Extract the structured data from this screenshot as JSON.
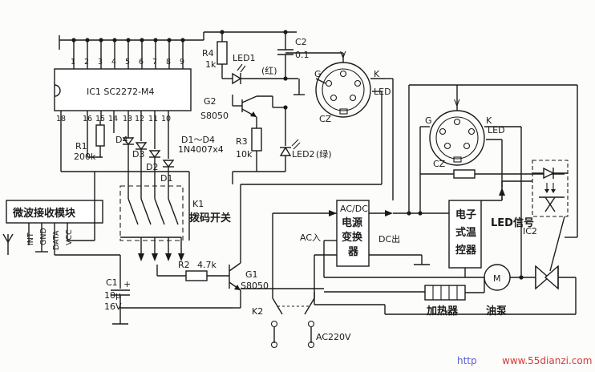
{
  "labels": {
    "ic1": "IC1  SC2272-M4",
    "pins_top": [
      "1",
      "2",
      "3",
      "4",
      "5",
      "6",
      "7",
      "8",
      "9"
    ],
    "pin18": "18",
    "pin16": "16",
    "pin15": "15",
    "pin14": "14",
    "pin13": "13",
    "pin12": "12",
    "pin11": "11",
    "pin10": "10",
    "r1": "R1",
    "r1v": "200k",
    "d4": "D4",
    "d3": "D3",
    "d2": "D2",
    "d1": "D1",
    "drange": "D1～D4",
    "dpart": "1N4007x4",
    "r4": "R4",
    "r4v": "1k",
    "led1": "LED1",
    "led1c": "(红)",
    "c2": "C2",
    "c2v": "0.1",
    "g2": "G2",
    "g2p": "S8050",
    "r3": "R3",
    "r3v": "10k",
    "led2": "LED2",
    "led2c": "(绿)",
    "v1": "V",
    "g1c": "G",
    "k1c": "K",
    "led_a": "LED",
    "cz1": "CZ",
    "v2": "V",
    "g2c": "G",
    "k2c": "K",
    "led_b": "LED",
    "cz2": "CZ",
    "k1": "K1",
    "k1n": "拨码开关",
    "module": "微波接收模块",
    "mod_pins": [
      "INT",
      "GND",
      "DATA",
      "VCC"
    ],
    "acdc": [
      "AC/DC",
      "电源",
      "变换",
      "器"
    ],
    "acin": "AC入",
    "dcout": "DC出",
    "ctrl": [
      "电子",
      "式温",
      "控器"
    ],
    "ledsig": "LED信号",
    "ic2": "IC2",
    "r2": "R2",
    "r2v": "4.7k",
    "g1": "G1",
    "g1p": "S8050",
    "c1": "C1",
    "c1v": "10μ",
    "c1u": "16V",
    "plus": "+",
    "k2": "K2",
    "ac220": "AC220V",
    "heater": "加热器",
    "motor": "M",
    "pump": "油泵",
    "wm_left": "http",
    "wm_right": "www.55dianzi.com"
  },
  "colors": {
    "line": "#1a1a1a",
    "wm_left": "#5a5ad8",
    "wm_right": "#d43a3a"
  }
}
